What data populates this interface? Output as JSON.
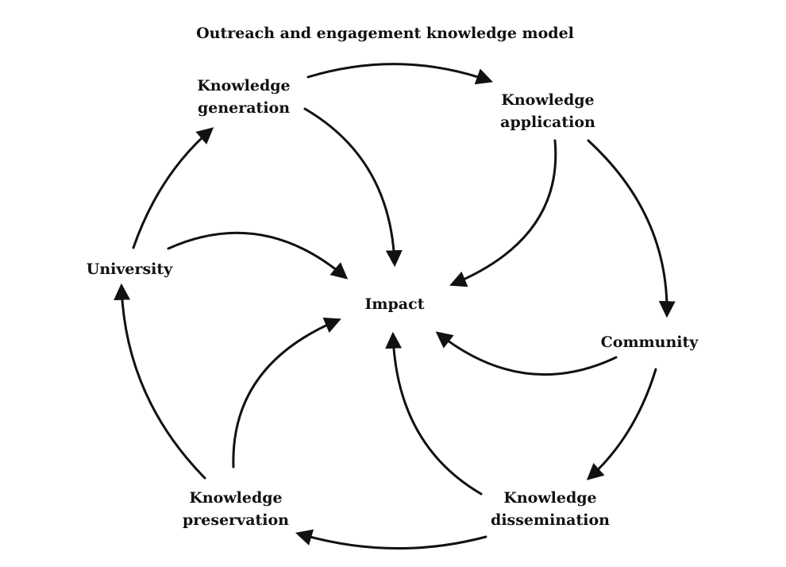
{
  "title": "Outreach and engagement knowledge model",
  "colors": {
    "ink": "#111111",
    "background": "#ffffff"
  },
  "nodes": {
    "knowledge_generation": [
      "Knowledge",
      "generation"
    ],
    "knowledge_application": [
      "Knowledge",
      "application"
    ],
    "community": [
      "Community"
    ],
    "knowledge_dissemination": [
      "Knowledge",
      "dissemination"
    ],
    "knowledge_preservation": [
      "Knowledge",
      "preservation"
    ],
    "university": [
      "University"
    ],
    "impact": [
      "Impact"
    ]
  },
  "edges": [
    {
      "from": "knowledge_generation",
      "to": "knowledge_application"
    },
    {
      "from": "knowledge_application",
      "to": "community"
    },
    {
      "from": "community",
      "to": "knowledge_dissemination"
    },
    {
      "from": "knowledge_dissemination",
      "to": "knowledge_preservation"
    },
    {
      "from": "knowledge_preservation",
      "to": "university"
    },
    {
      "from": "university",
      "to": "knowledge_generation"
    },
    {
      "from": "knowledge_generation",
      "to": "impact"
    },
    {
      "from": "knowledge_application",
      "to": "impact"
    },
    {
      "from": "community",
      "to": "impact"
    },
    {
      "from": "knowledge_dissemination",
      "to": "impact"
    },
    {
      "from": "knowledge_preservation",
      "to": "impact"
    },
    {
      "from": "university",
      "to": "impact"
    }
  ]
}
